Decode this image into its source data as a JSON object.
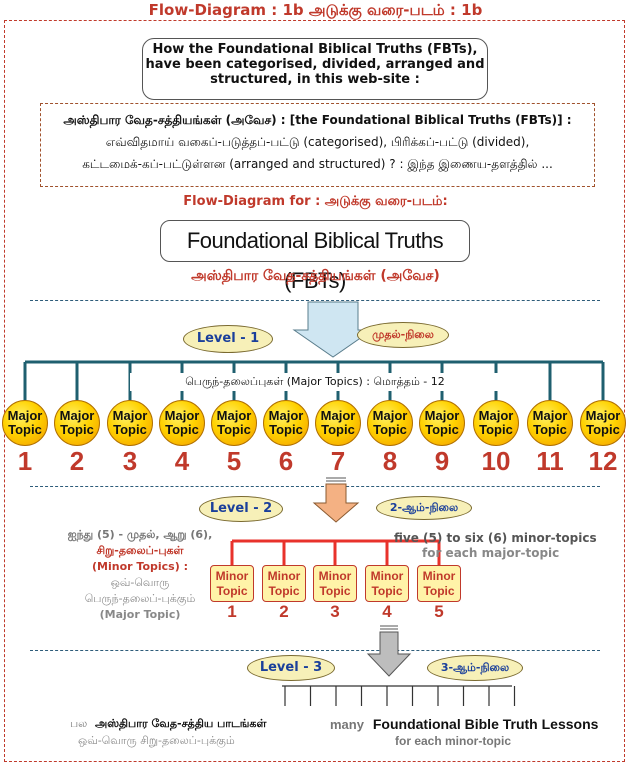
{
  "page_title": "Flow-Diagram  : 1b      அடுக்கு  வரை-படம் : 1b",
  "question": {
    "lines": [
      "How the Foundational Biblical Truths (FBTs),",
      "have been categorised, divided, arranged and",
      "structured, in this web-site :"
    ]
  },
  "tamil_question": {
    "lines": [
      "அஸ்திபார  வேத-சத்தியங்கள்  (அவேச)  : [the Foundational Biblical Truths (FBTs)] :",
      "எவ்விதமாய்  வகைப்-படுத்தப்-பட்டு (categorised),  பிரிக்கப்-பட்டு  (divided),",
      "கட்டமைக்-கப்-பட்டுள்ளன (arranged and structured) ? : இந்த  இணைய-தளத்தில்  ..."
    ]
  },
  "flow_title": "Flow-Diagram for : அடுக்கு  வரை-படம்:",
  "fbt_box": "Foundational Biblical Truths (FBTs)",
  "fbt_tamil": "அஸ்திபார  வேத-சத்தியங்கள்  (அவேச)",
  "level1": {
    "label": "Level - 1",
    "tamil": "முதல்-நிலை"
  },
  "major_caption": "பெருந்-தலைப்புகள் (Major Topics)  :  மொத்தம்  -  12",
  "major_topics": {
    "label": "Major Topic",
    "numbers": [
      "1",
      "2",
      "3",
      "4",
      "5",
      "6",
      "7",
      "8",
      "9",
      "10",
      "11",
      "12"
    ]
  },
  "level2": {
    "label": "Level - 2",
    "tamil": "2-ஆம்-நிலை"
  },
  "minor_left": {
    "line1": "ஐந்து  (5)  -  முதல்,  ஆறு  (6),",
    "line2": "சிறு-தலைப்-புகள்",
    "line3": "(Minor Topics) :",
    "line4": "ஒவ்-வொரு",
    "line5": "பெருந்-தலைப்-புக்கும்",
    "line6": "(Major Topic)"
  },
  "minor_right": {
    "line1": "five (5) to six (6) minor-topics",
    "line2": "for each major-topic"
  },
  "minor_topics": {
    "label": "Minor Topic",
    "numbers": [
      "1",
      "2",
      "3",
      "4",
      "5"
    ]
  },
  "level3": {
    "label": "Level - 3",
    "tamil": "3-ஆம்-நிலை"
  },
  "lessons": {
    "tamil_prefix": "பல",
    "tamil_main": "அஸ்திபார  வேத-சத்திய  பாடங்கள்",
    "tamil_sub": "ஒவ்-வொரு  சிறு-தலைப்-புக்கும்",
    "en_prefix": "many",
    "en_main": "Foundational Bible Truth Lessons",
    "en_sub": "for each minor-topic"
  },
  "colors": {
    "accent_red": "#c0392b",
    "teal_line": "#1f5f6f",
    "navy": "#1a3f9b",
    "arrow_blue": "#cfe6f2",
    "arrow_orange": "#f4b183"
  }
}
